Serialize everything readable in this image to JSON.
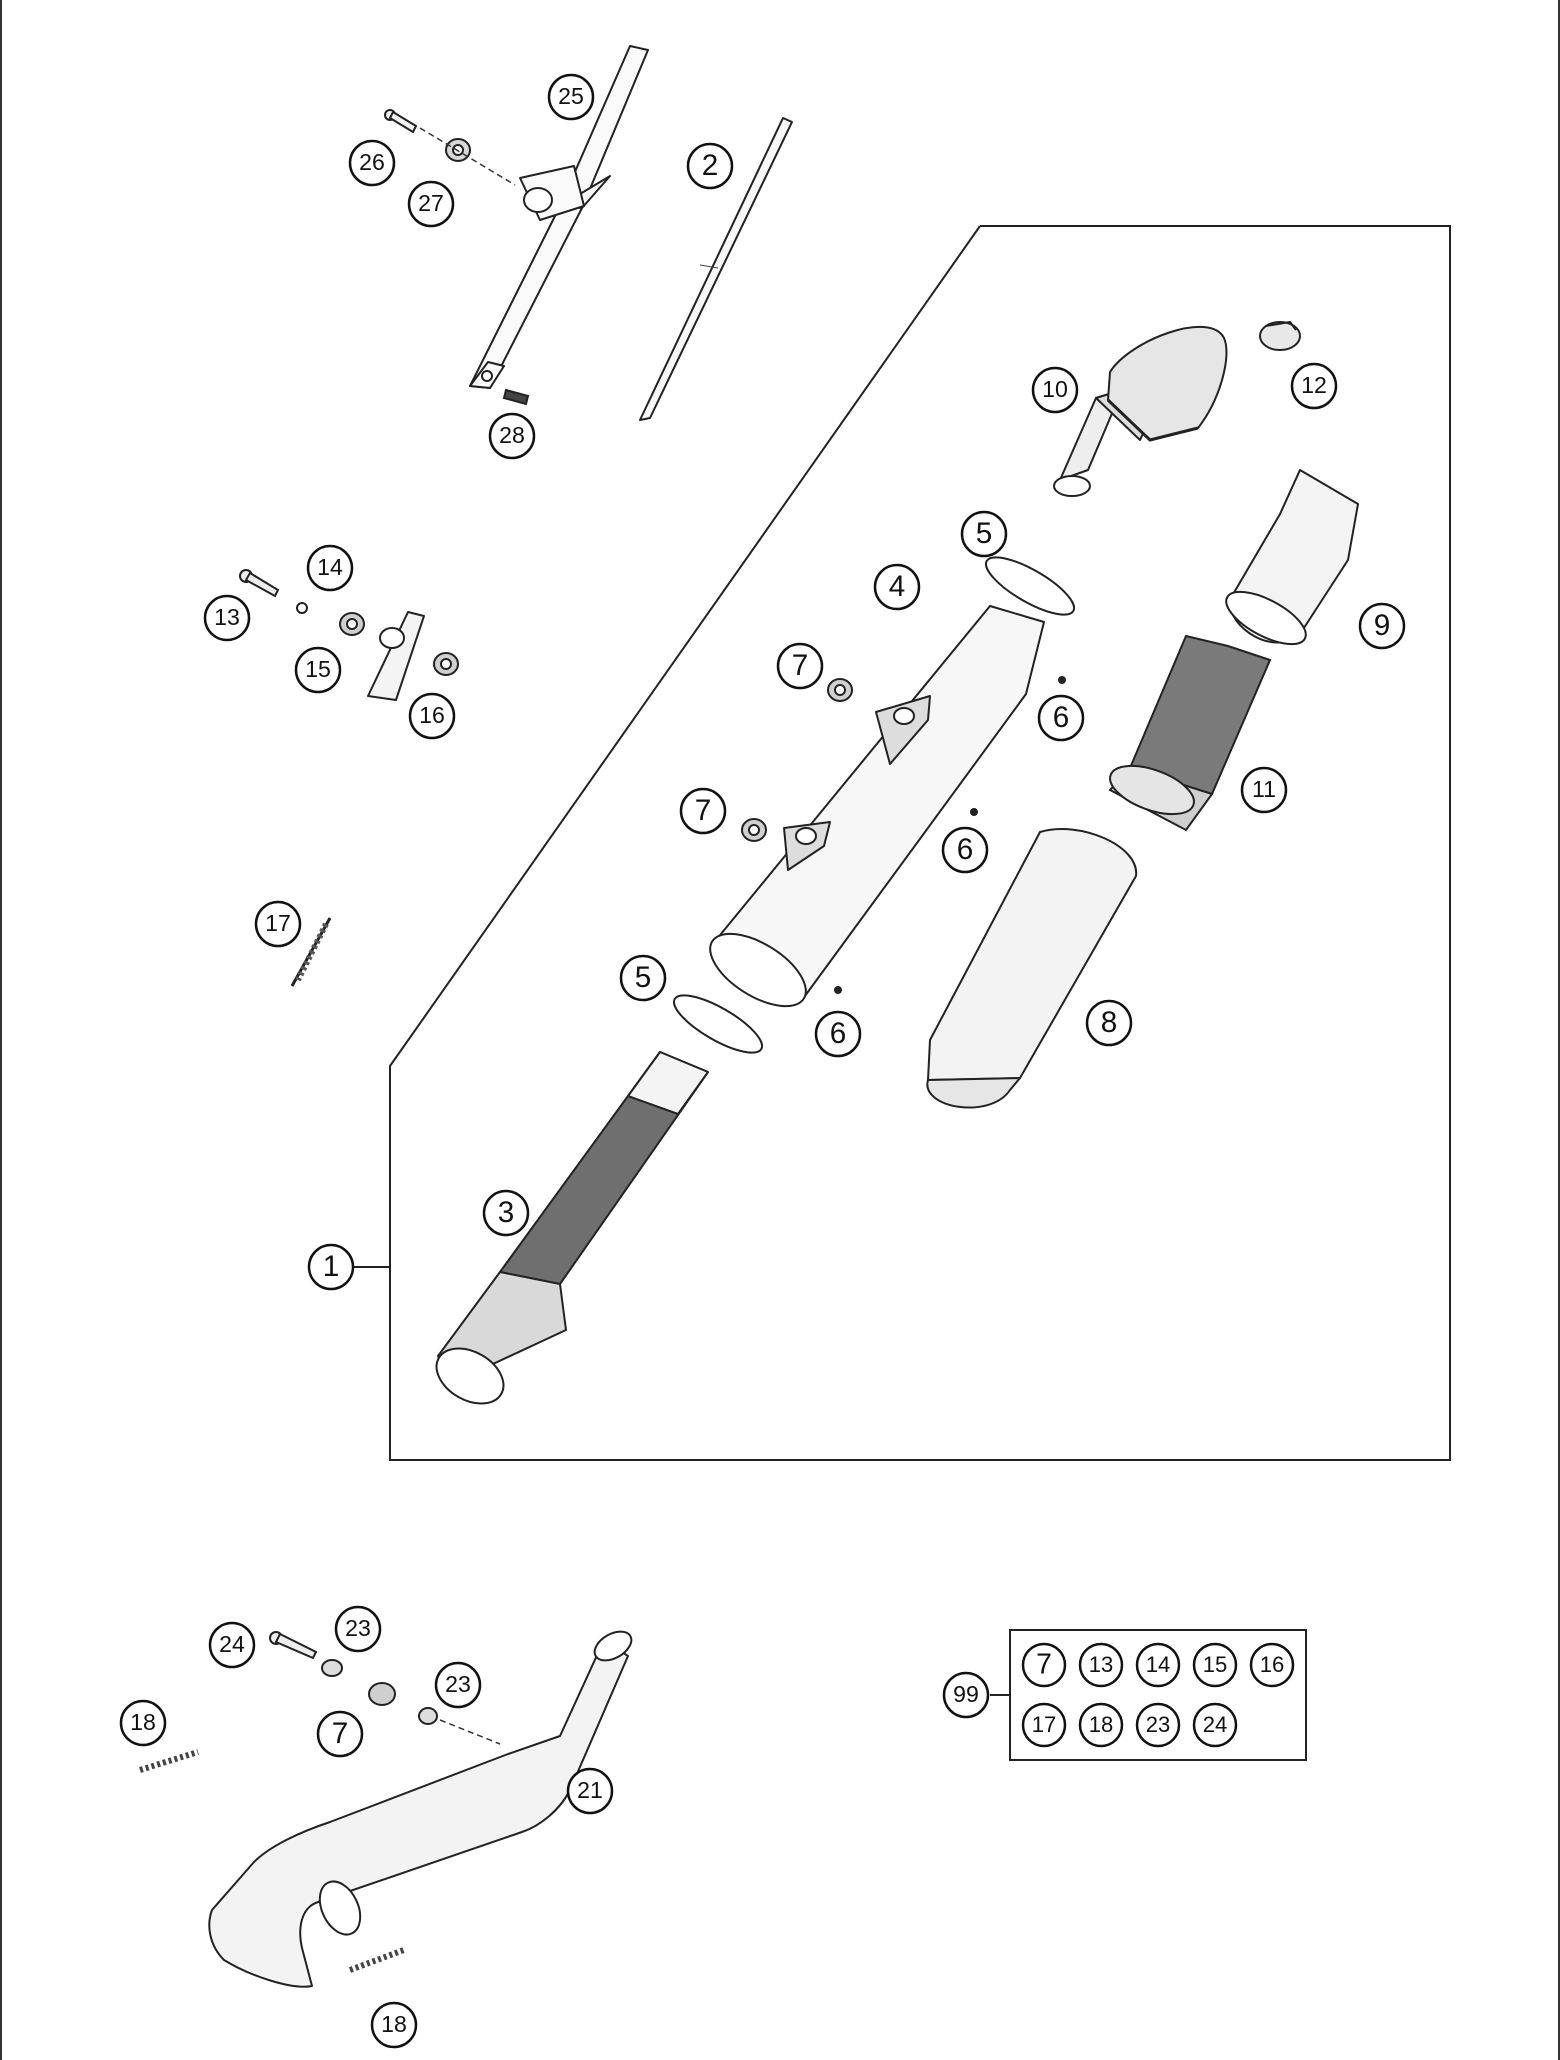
{
  "callouts": [
    {
      "id": "c1",
      "label": "1"
    },
    {
      "id": "c2",
      "label": "2"
    },
    {
      "id": "c3",
      "label": "3"
    },
    {
      "id": "c4",
      "label": "4"
    },
    {
      "id": "c5a",
      "label": "5"
    },
    {
      "id": "c5b",
      "label": "5"
    },
    {
      "id": "c6a",
      "label": "6"
    },
    {
      "id": "c6b",
      "label": "6"
    },
    {
      "id": "c6c",
      "label": "6"
    },
    {
      "id": "c7a",
      "label": "7"
    },
    {
      "id": "c7b",
      "label": "7"
    },
    {
      "id": "c7c",
      "label": "7"
    },
    {
      "id": "c8",
      "label": "8"
    },
    {
      "id": "c9",
      "label": "9"
    },
    {
      "id": "c10",
      "label": "10"
    },
    {
      "id": "c11",
      "label": "11"
    },
    {
      "id": "c12",
      "label": "12"
    },
    {
      "id": "c13",
      "label": "13"
    },
    {
      "id": "c14",
      "label": "14"
    },
    {
      "id": "c15",
      "label": "15"
    },
    {
      "id": "c16",
      "label": "16"
    },
    {
      "id": "c17",
      "label": "17"
    },
    {
      "id": "c18a",
      "label": "18"
    },
    {
      "id": "c18b",
      "label": "18"
    },
    {
      "id": "c21",
      "label": "21"
    },
    {
      "id": "c23a",
      "label": "23"
    },
    {
      "id": "c23b",
      "label": "23"
    },
    {
      "id": "c24",
      "label": "24"
    },
    {
      "id": "c25",
      "label": "25"
    },
    {
      "id": "c26",
      "label": "26"
    },
    {
      "id": "c27",
      "label": "27"
    },
    {
      "id": "c28",
      "label": "28"
    },
    {
      "id": "c99",
      "label": "99"
    }
  ],
  "kit_box": {
    "rows": [
      [
        "7",
        "13",
        "14",
        "15",
        "16"
      ],
      [
        "17",
        "18",
        "23",
        "24"
      ]
    ]
  }
}
